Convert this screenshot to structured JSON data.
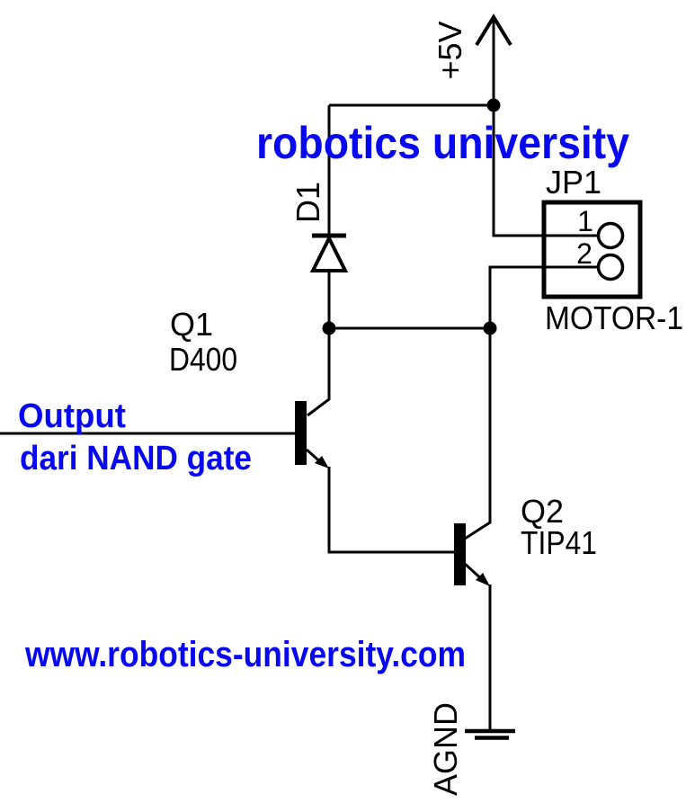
{
  "schematic": {
    "heading": "robotics university",
    "website": "www.robotics-university.com",
    "power_net": "+5V",
    "ground_net": "AGND",
    "diode": {
      "ref": "D1"
    },
    "q1": {
      "ref": "Q1",
      "value": "D400"
    },
    "q2": {
      "ref": "Q2",
      "value": "TIP41"
    },
    "jp1": {
      "ref": "JP1",
      "value": "MOTOR-1",
      "pin1": "1",
      "pin2": "2"
    },
    "input_note": {
      "line1": "Output",
      "line2": "dari NAND gate"
    },
    "colors": {
      "wire": "#000000",
      "annotation_blue": "#0707f0",
      "background": "#ffffff"
    }
  }
}
